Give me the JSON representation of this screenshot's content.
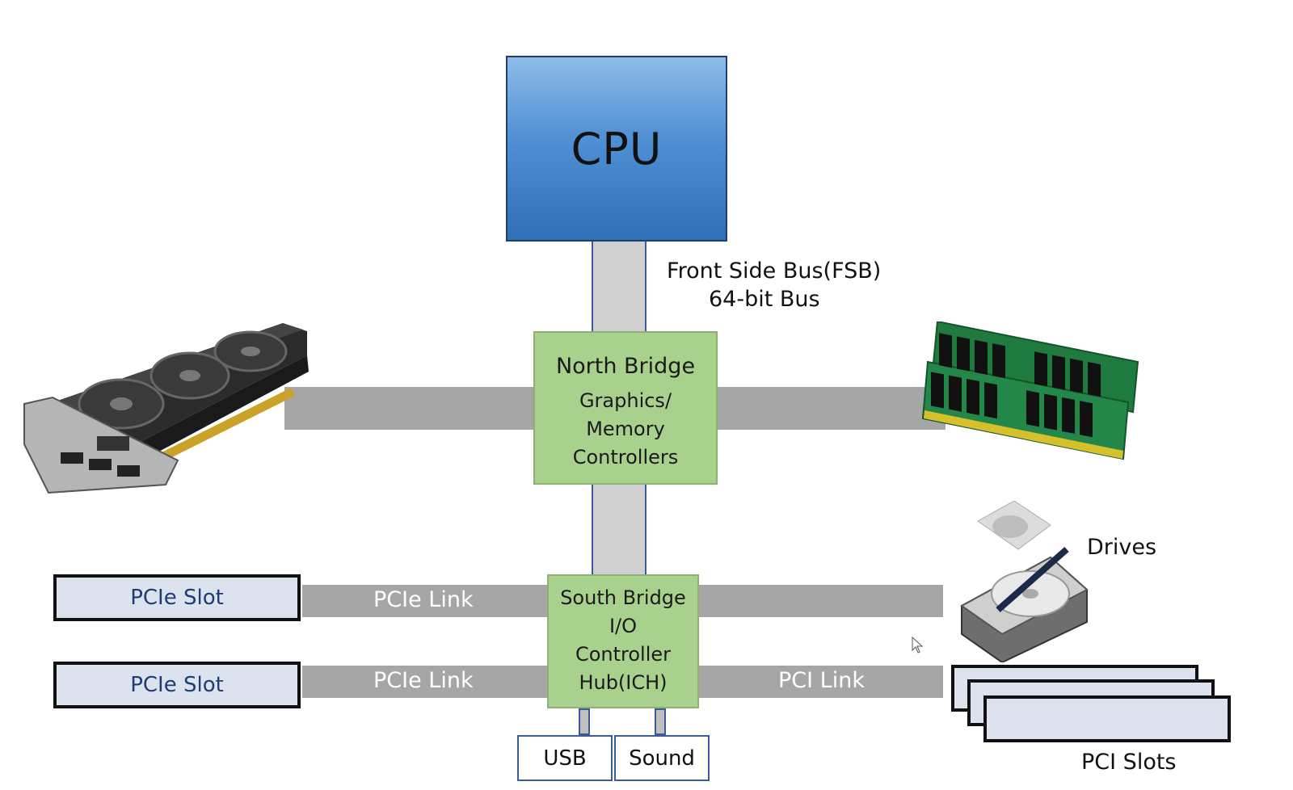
{
  "cpu": {
    "label": "CPU"
  },
  "fsb": {
    "line1": "Front Side Bus(FSB)",
    "line2": "64-bit Bus"
  },
  "north_bridge": {
    "title": "North Bridge",
    "subtitle": "Graphics/ Memory Controllers"
  },
  "south_bridge": {
    "lines": [
      "South Bridge",
      "I/O",
      "Controller",
      "Hub(ICH)"
    ]
  },
  "pcie_slots": [
    "PCIe Slot",
    "PCIe Slot"
  ],
  "pcie_links": [
    "PCIe Link",
    "PCIe Link"
  ],
  "pci_link": "PCI Link",
  "usb": "USB",
  "sound": "Sound",
  "drives": "Drives",
  "pci_slots": "PCI Slots",
  "colors": {
    "cpu_fill": "#4f8fd3",
    "bridge_fill": "#a9d18e",
    "bus_fill": "#a6a6a6",
    "slot_fill": "#dce3ee",
    "slot_text": "#1f3c78"
  },
  "icons": [
    "graphics-card-icon",
    "ram-module-icon",
    "hard-drive-icon",
    "cursor-icon"
  ]
}
